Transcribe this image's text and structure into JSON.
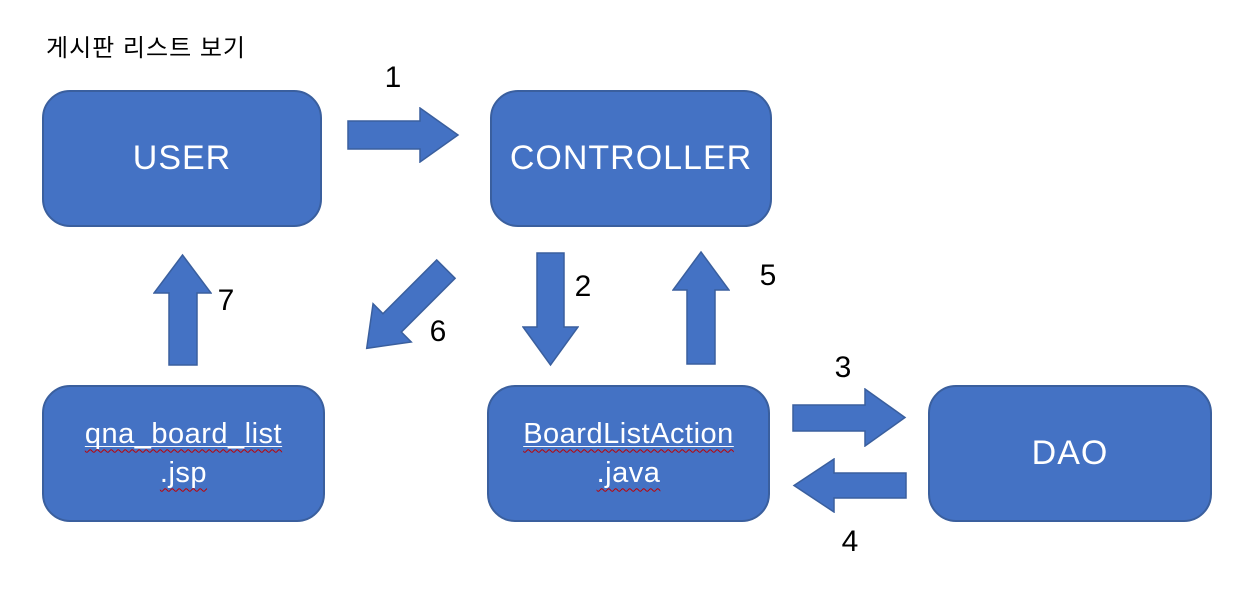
{
  "title": "게시판 리스트 보기",
  "colors": {
    "box_fill": "#4472C4",
    "box_border": "#3A5F9E",
    "box_text": "#FFFFFF",
    "label_text": "#000000",
    "spellcheck_underline": "#C00000",
    "background": "#FFFFFF"
  },
  "nodes": [
    {
      "id": "user",
      "label": "USER"
    },
    {
      "id": "controller",
      "label": "CONTROLLER"
    },
    {
      "id": "qna_board_list_jsp",
      "label_line1": "qna_board_list",
      "label_line2": ".jsp",
      "misspelled": true
    },
    {
      "id": "boardlistaction_java",
      "label_line1": "BoardListAction",
      "label_line2": ".java",
      "misspelled": true
    },
    {
      "id": "dao",
      "label": "DAO"
    }
  ],
  "arrows": [
    {
      "number": "1",
      "from": "USER",
      "to": "CONTROLLER",
      "direction": "right"
    },
    {
      "number": "2",
      "from": "CONTROLLER",
      "to": "BoardListAction.java",
      "direction": "down"
    },
    {
      "number": "3",
      "from": "BoardListAction.java",
      "to": "DAO",
      "direction": "right"
    },
    {
      "number": "4",
      "from": "DAO",
      "to": "BoardListAction.java",
      "direction": "left"
    },
    {
      "number": "5",
      "from": "BoardListAction.java",
      "to": "CONTROLLER",
      "direction": "up"
    },
    {
      "number": "6",
      "from": "CONTROLLER",
      "to": "qna_board_list.jsp",
      "direction": "down-left"
    },
    {
      "number": "7",
      "from": "qna_board_list.jsp",
      "to": "USER",
      "direction": "up"
    }
  ]
}
